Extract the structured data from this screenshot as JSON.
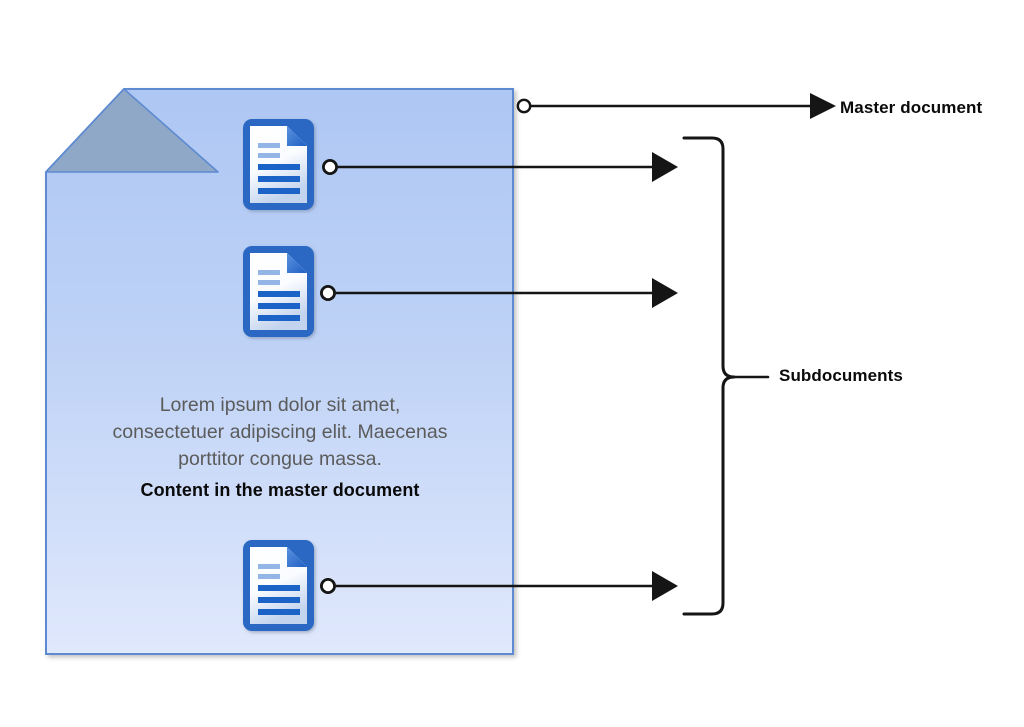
{
  "diagram": {
    "title_concept": "Master document and subdocuments",
    "master_page": {
      "name": "master-document-page",
      "fill_top": "#b0c8f4",
      "fill_bottom": "#dfe8fc",
      "border": "#5d8ad0",
      "fold_fill": "#8fa8c8",
      "body_text_lines": [
        "Lorem ipsum dolor sit amet,",
        "consectetuer adipiscing elit. Maecenas",
        "porttitor congue massa."
      ],
      "emphasis_text": "Content in the master document"
    },
    "subdocument_icons": [
      {
        "name": "subdocument-icon-1",
        "index": 1
      },
      {
        "name": "subdocument-icon-2",
        "index": 2
      },
      {
        "name": "subdocument-icon-3",
        "index": 3
      }
    ],
    "connectors": [
      {
        "name": "connector-master-document",
        "target_label": "Master document"
      },
      {
        "name": "connector-subdocument-1",
        "target_label": "Subdocuments"
      },
      {
        "name": "connector-subdocument-2",
        "target_label": "Subdocuments"
      },
      {
        "name": "connector-subdocument-3",
        "target_label": "Subdocuments"
      }
    ],
    "labels": {
      "master_document": "Master document",
      "subdocuments": "Subdocuments"
    },
    "colors": {
      "stroke": "#151515",
      "icon_border": "#2a68c4",
      "icon_fold": "#2a6ad0",
      "icon_page_light": "#ffffff",
      "icon_page_shade": "#cfdcf0",
      "text_line_dark": "#1f63c8",
      "text_line_light": "#93b6e6",
      "body_text": "#5b5b5b",
      "emphasis_text": "#0a0a0a",
      "background": "#ffffff"
    }
  }
}
